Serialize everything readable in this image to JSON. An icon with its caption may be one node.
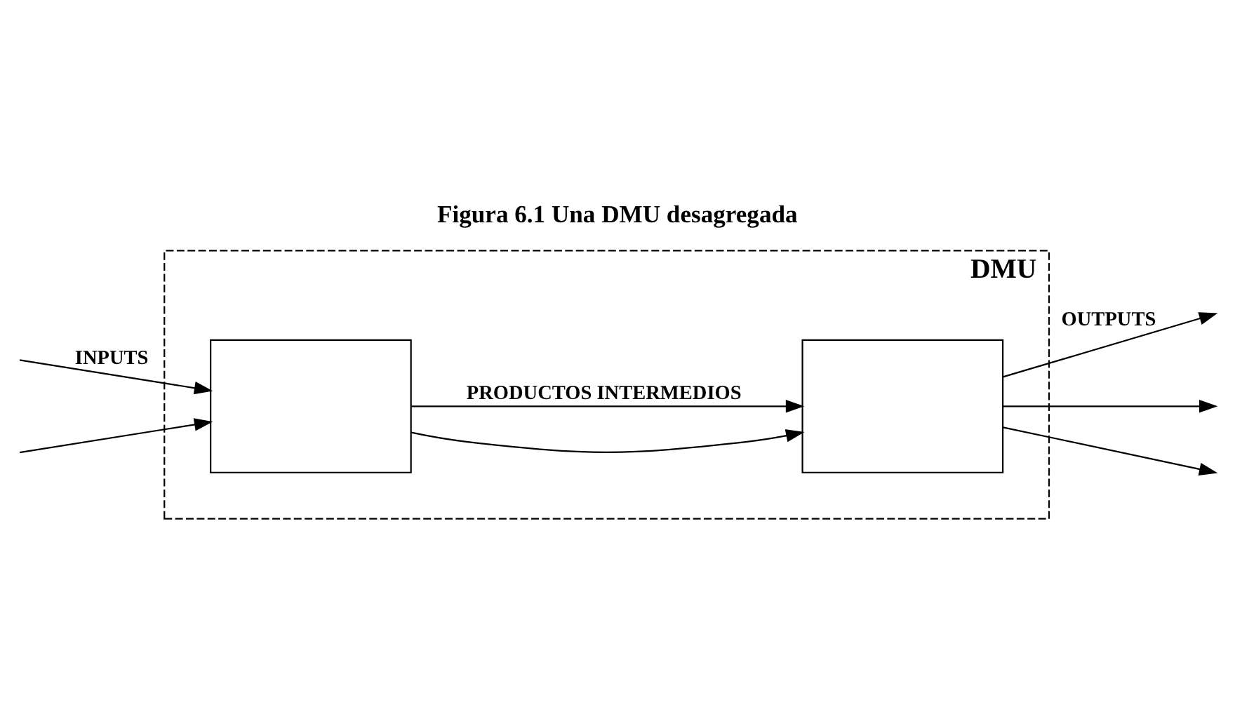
{
  "diagram": {
    "title": "Figura 6.1 Una DMU desagregada",
    "nodes": [
      {
        "text": [
          "DMU"
        ]
      },
      {
        "text": [],
        "shape": "box",
        "in": 0
      },
      {
        "text": [],
        "shape": "box",
        "in": 0
      }
    ],
    "edges": [
      {
        "from": null,
        "to": 1,
        "arrow": "to",
        "label": "INPUTS"
      },
      {
        "from": null,
        "to": 1,
        "arrow": "to"
      },
      {
        "from": 1,
        "to": 2,
        "arrow": "to"
      },
      {
        "from": 1,
        "to": 2,
        "arrow": "to",
        "label": "PRODUCTOS INTERMEDIOS"
      },
      {
        "from": 2,
        "to": null,
        "arrow": "to",
        "label": "OUTPUTS"
      },
      {
        "from": 2,
        "to": null,
        "arrow": "to"
      },
      {
        "from": 2,
        "to": null,
        "arrow": "to"
      }
    ]
  }
}
